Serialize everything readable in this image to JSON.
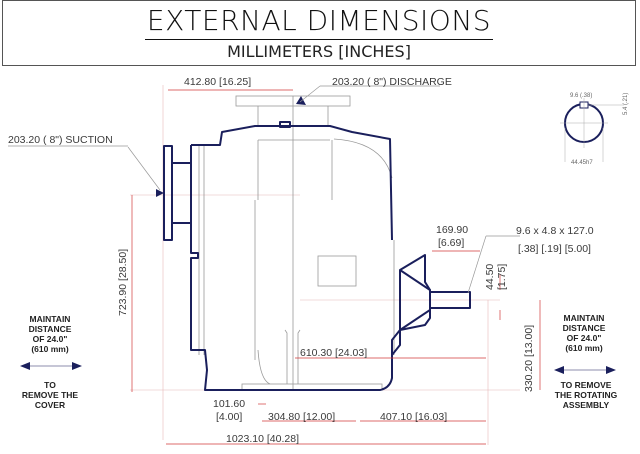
{
  "header": {
    "title": "EXTERNAL DIMENSIONS",
    "subtitle": "MILLIMETERS [INCHES]"
  },
  "callouts": {
    "discharge": "203.20 ( 8\") DISCHARGE",
    "suction": "203.20 ( 8\") SUCTION",
    "keyway_line1": "9.6  x  4.8  x  127.0",
    "keyway_line2": "[.38]  [.19]  [5.00]"
  },
  "dimensions": {
    "top_width": "412.80  [16.25]",
    "overall_height": "723.90  [28.50]",
    "shaft_extension_mm": "169.90",
    "shaft_extension_in": "[6.69]",
    "shaft_dia_mm": "44.50",
    "shaft_dia_in": "[1.75]",
    "shaft_height": "330.20  [13.00]",
    "center_to_shaft_end": "610.30  [24.03]",
    "base_offset_mm": "101.60",
    "base_offset_in": "[4.00]",
    "base_span": "304.80  [12.00]",
    "base_to_shaft_end": "407.10  [16.03]",
    "overall_length": "1023.10  [40.28]"
  },
  "shaft_detail": {
    "key_width": "9.6 (.38)",
    "key_depth": "5.4 (.21)",
    "shaft_fit": "44.45h7"
  },
  "notes": {
    "left": {
      "line1": "MAINTAIN",
      "line2": "DISTANCE",
      "line3": "OF 24.0\"",
      "line4": "(610 mm)",
      "bottom1": "TO",
      "bottom2": "REMOVE THE",
      "bottom3": "COVER"
    },
    "right": {
      "line1": "MAINTAIN",
      "line2": "DISTANCE",
      "line3": "OF 24.0\"",
      "line4": "(610 mm)",
      "bottom1": "TO REMOVE",
      "bottom2": "THE ROTATING",
      "bottom3": "ASSEMBLY"
    }
  },
  "colors": {
    "outline": "#1a1f5c",
    "dimension": "#d23a3a",
    "thin": "#9a9a9a"
  }
}
